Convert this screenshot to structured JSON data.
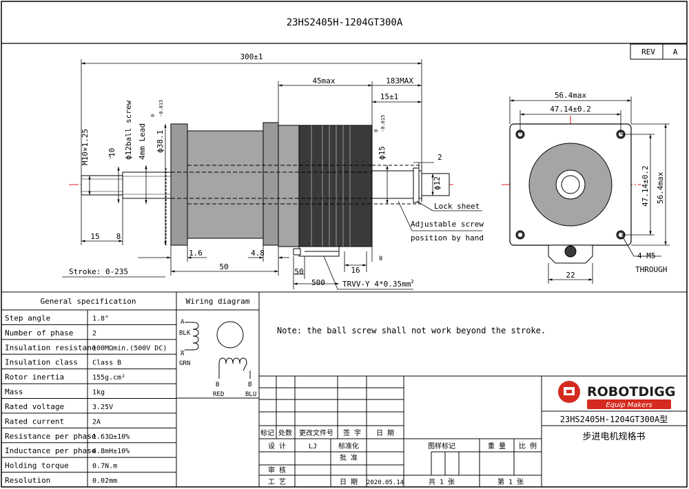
{
  "title": "23HS2405H-1204GT300A",
  "rev": {
    "label": "REV",
    "value": "A"
  },
  "dims": {
    "total_length": "300±1",
    "motor_len": "45max",
    "total_183": "183MAX",
    "end_15": "15±1",
    "square": "56.4max",
    "holes": "47.14±0.2",
    "holes_v": "47.14±0.2",
    "square_v": "56.4max",
    "thread": "M10×1.25",
    "screw": "ϕ12ball screw",
    "lead": "4mm Lead",
    "d38": "ϕ38.1",
    "d38_tol_top": "0",
    "d38_tol_bot": "-0.015",
    "d15": "ϕ15",
    "d15_tol_top": "0",
    "d15_tol_bot": "-0.015",
    "ten": "10",
    "two": "2",
    "d12": "ϕ12",
    "fifteen": "15",
    "eight": "8",
    "one_six": "1.6",
    "four_eight": "4.8",
    "fifty": "50",
    "fifty_small": "50",
    "five_hundred": "500",
    "sixteen": "16",
    "inf": "∞",
    "twentytwo": "22",
    "stroke": "Stroke: 0-235",
    "lock_sheet": "Lock sheet",
    "adj1": "Adjustable screw",
    "adj2": "position by hand",
    "cable": "TRVV-Y 4*0.35mm",
    "cable_sup": "2",
    "m5": "4-M5",
    "through": "THROUGH"
  },
  "spec": {
    "title": "General specification",
    "rows": [
      {
        "k": "Step angle",
        "v": "1.8°"
      },
      {
        "k": "Number of phase",
        "v": "2"
      },
      {
        "k": "Insulation resistane",
        "v": "100MΩmin.(500V DC)"
      },
      {
        "k": "Insulation class",
        "v": "Class B"
      },
      {
        "k": "Rotor inertia",
        "v": "155g.cm²"
      },
      {
        "k": "Mass",
        "v": "1kg"
      },
      {
        "k": "Rated voltage",
        "v": "3.25V"
      },
      {
        "k": "Rated current",
        "v": "2A"
      },
      {
        "k": "Resistance per phase",
        "v": "1.63Ω±10%"
      },
      {
        "k": "Inductance per phase",
        "v": "4.8mH±10%"
      },
      {
        "k": "Holding torque",
        "v": "0.7N.m"
      },
      {
        "k": "Resolution",
        "v": "0.02mm"
      }
    ]
  },
  "wiring": {
    "title": "Wiring diagram",
    "a": "A",
    "blk": "BLK",
    "abar": "A",
    "grn": "GRN",
    "b": "B",
    "red": "RED",
    "bbar": "B",
    "blu": "BLU"
  },
  "note": "Note: the ball screw shall not work beyond the stroke.",
  "titleblock": {
    "logo": "ROBOTDIGG",
    "tagline": "Equip Makers",
    "model": "23HS2405H-1204GT300A型",
    "desc": "步进电机规格书",
    "c_mark": "标记",
    "c_count": "处数",
    "c_file": "更改文件号",
    "c_sign": "签 字",
    "c_date": "日 期",
    "c_design": "设 计",
    "c_lj": "LJ",
    "c_std": "标准化",
    "c_approve": "批 准",
    "c_check": "审 核",
    "c_craft": "工 艺",
    "c_date2": "日 期",
    "c_date_val": "2020.05.14",
    "c_stage": "图样标记",
    "c_weight": "重 量",
    "c_scale": "比 例",
    "c_total": "共 1 张",
    "c_sheet": "第 1 张"
  },
  "colors": {
    "red": "#e8161b",
    "gray": "#9a9a9a",
    "dark": "#3a3a3a",
    "logo_red": "#d42a1f"
  }
}
